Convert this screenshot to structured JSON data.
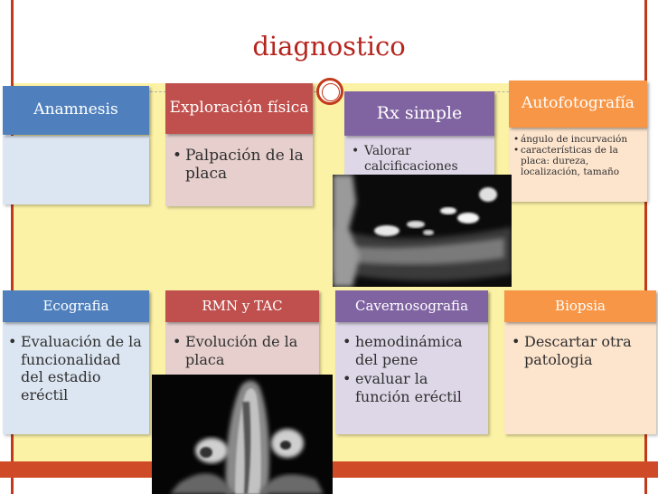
{
  "title": "diagnostico",
  "colors": {
    "line": "#c23a1c",
    "panel": "#fcf2a6",
    "title": "#b5251f"
  },
  "top_row": [
    {
      "header": "Anamnesis",
      "bullets": []
    },
    {
      "header": "Exploración física",
      "bullets": [
        "Palpación de la placa"
      ]
    },
    {
      "header": "Rx simple",
      "bullets": [
        "Valorar calcificaciones"
      ]
    },
    {
      "header": "Autofotografía",
      "bullets": [
        "ángulo de incurvación",
        "características de la placa: dureza, localización, tamaño"
      ]
    }
  ],
  "bottom_row": [
    {
      "header": "Ecografia",
      "bullets": [
        "Evaluación de la funcionalidad del estadio eréctil"
      ]
    },
    {
      "header": "RMN y TAC",
      "bullets": [
        "Evolución de la placa"
      ]
    },
    {
      "header": "Cavernosografia",
      "bullets": [
        "hemodinámica del pene",
        "evaluar la función eréctil"
      ]
    },
    {
      "header": "Biopsia",
      "bullets": [
        "Descartar otra patologia"
      ]
    }
  ]
}
